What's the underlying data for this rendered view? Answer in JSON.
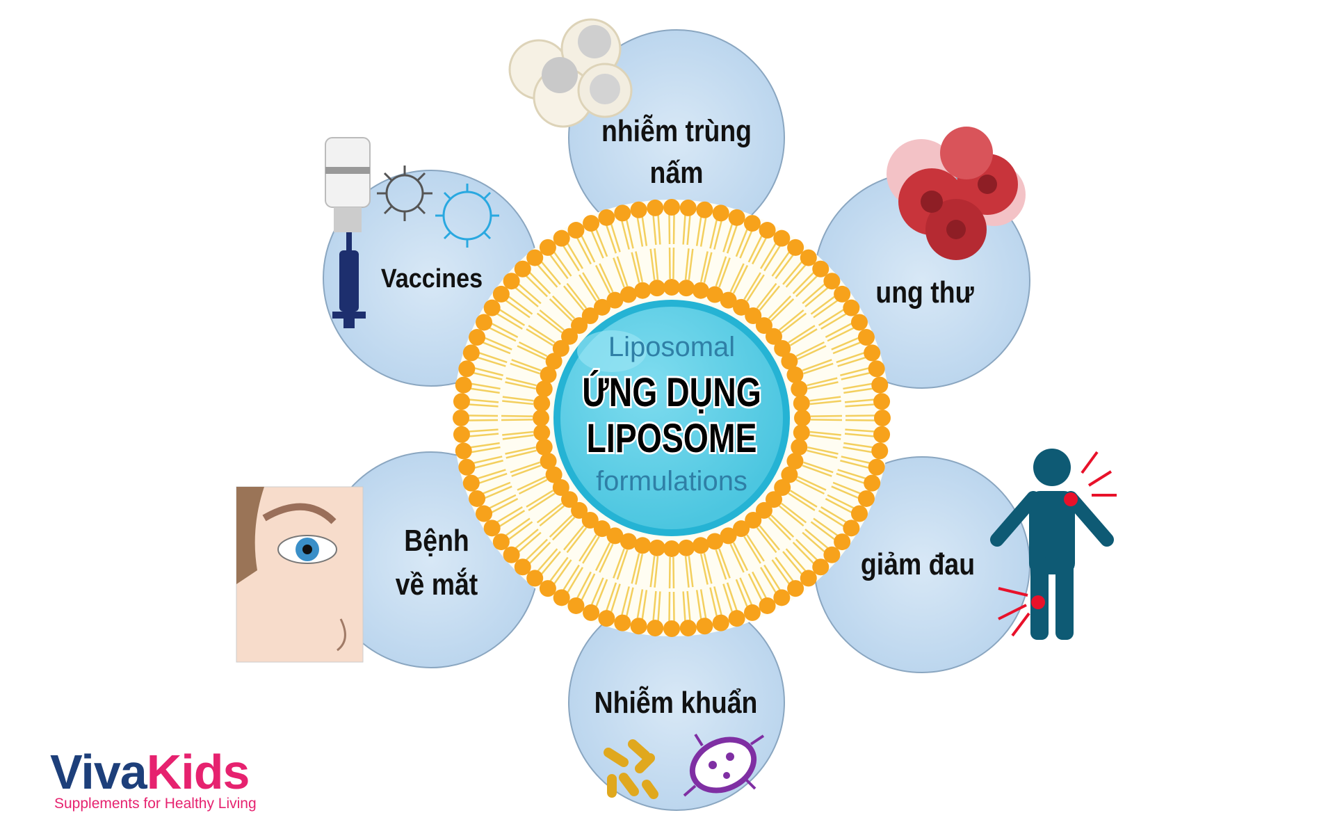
{
  "title": {
    "line1": "ỨNG DỤNG",
    "line2": "LIPOSOME"
  },
  "background_text": {
    "line1": "Liposomal",
    "line2": "formulations"
  },
  "applications": [
    {
      "id": "fungal",
      "lines": [
        "nhiễm trùng",
        "nấm"
      ]
    },
    {
      "id": "vaccines",
      "lines": [
        "Vaccines"
      ]
    },
    {
      "id": "cancer",
      "lines": [
        "ung thư"
      ]
    },
    {
      "id": "eye",
      "lines": [
        "Bệnh",
        "về mắt"
      ]
    },
    {
      "id": "pain",
      "lines": [
        "giảm đau"
      ]
    },
    {
      "id": "bacterial",
      "lines": [
        "Nhiễm khuẩn"
      ]
    }
  ],
  "logo": {
    "viva": "Viva",
    "kids": "Kids",
    "tagline": "Supplements for Healthy Living"
  },
  "colors": {
    "bead": "#f7a21b",
    "tail": "#f5d77a",
    "core": "#5fd0e6",
    "satellite": "#c9dff0",
    "navy": "#1d3f7a",
    "pink": "#e6226f"
  }
}
